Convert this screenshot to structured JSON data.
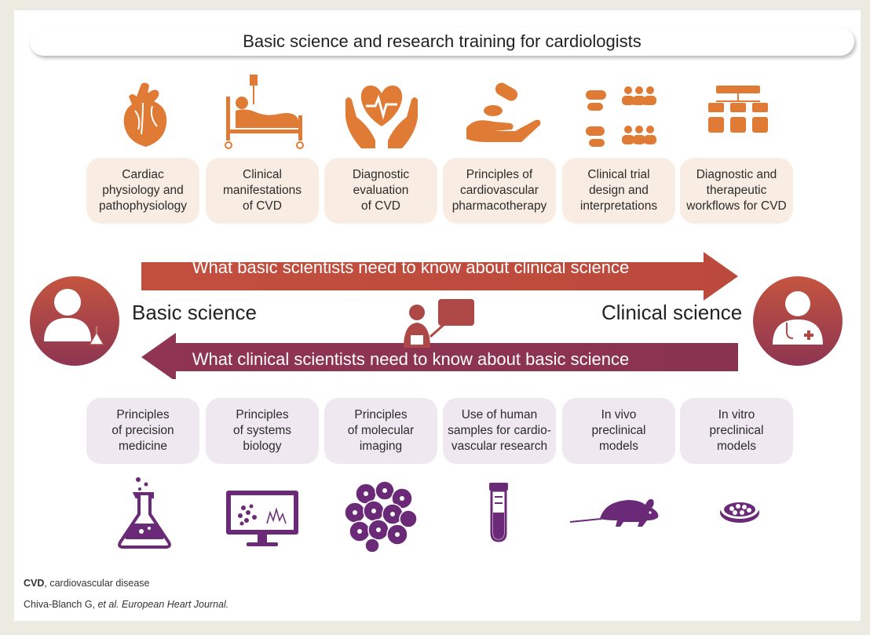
{
  "title": "Basic science and research training for cardiologists",
  "top_topics": [
    "Cardiac\nphysiology and\npathophysiology",
    "Clinical\nmanifestations\nof CVD",
    "Diagnostic\nevaluation\nof CVD",
    "Principles of\ncardiovascular\npharmacotherapy",
    "Clinical trial\ndesign and\ninterpretations",
    "Diagnostic and\ntherapeutic\nworkflows for CVD"
  ],
  "bottom_topics": [
    "Principles\nof precision\nmedicine",
    "Principles\nof systems\nbiology",
    "Principles\nof molecular\nimaging",
    "Use of human\nsamples for cardio-\nvascular research",
    "In vivo\npreclinical\nmodels",
    "In vitro\npreclinical\nmodels"
  ],
  "top_icons": [
    "heart-anatomy-icon",
    "hospital-bed-icon",
    "hands-heart-icon",
    "hand-pills-icon",
    "pills-people-icon",
    "workflow-icon"
  ],
  "bottom_icons": [
    "flask-icon",
    "monitor-data-icon",
    "cells-icon",
    "test-tube-icon",
    "mouse-icon",
    "petri-dish-icon"
  ],
  "arrow_right_label": "What basic scientists need to know about clinical science",
  "arrow_left_label": "What clinical scientists need to know about basic science",
  "left_label": "Basic science",
  "right_label": "Clinical science",
  "footnote_abbrev": "CVD",
  "footnote_def": ", cardiovascular disease",
  "citation_authors": "Chiva-Blanch G, ",
  "citation_etal": "et al. European Heart Journal.",
  "colors": {
    "orange": "#e07b35",
    "purple": "#6b2a78",
    "arrow_top": "#c4553f",
    "arrow_bottom": "#8e3552"
  }
}
